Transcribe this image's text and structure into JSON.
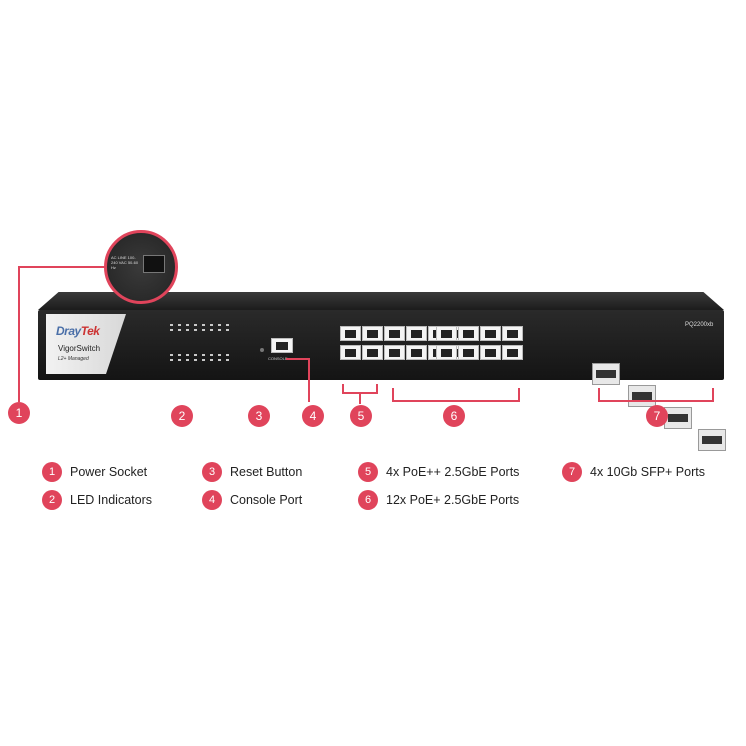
{
  "device": {
    "brand_a": "Dray",
    "brand_b": "Tek",
    "model_name": "VigorSwitch",
    "subtitle": "L2+ Managed",
    "model_code": "PQ2200xb",
    "console_label": "CONSOLE",
    "power_text": "AC LINE 100-240 VAC 50-60 Hz"
  },
  "callout_numbers": [
    "1",
    "2",
    "3",
    "4",
    "5",
    "6",
    "7"
  ],
  "legend": [
    {
      "num": "1",
      "label": "Power Socket"
    },
    {
      "num": "2",
      "label": "LED Indicators"
    },
    {
      "num": "3",
      "label": "Reset Button"
    },
    {
      "num": "4",
      "label": "Console Port"
    },
    {
      "num": "5",
      "label": "4x PoE++ 2.5GbE Ports"
    },
    {
      "num": "6",
      "label": "12x PoE+ 2.5GbE Ports"
    },
    {
      "num": "7",
      "label": "4x 10Gb SFP+ Ports"
    }
  ],
  "colors": {
    "accent": "#e0445b",
    "chassis": "#1c1c1c"
  }
}
